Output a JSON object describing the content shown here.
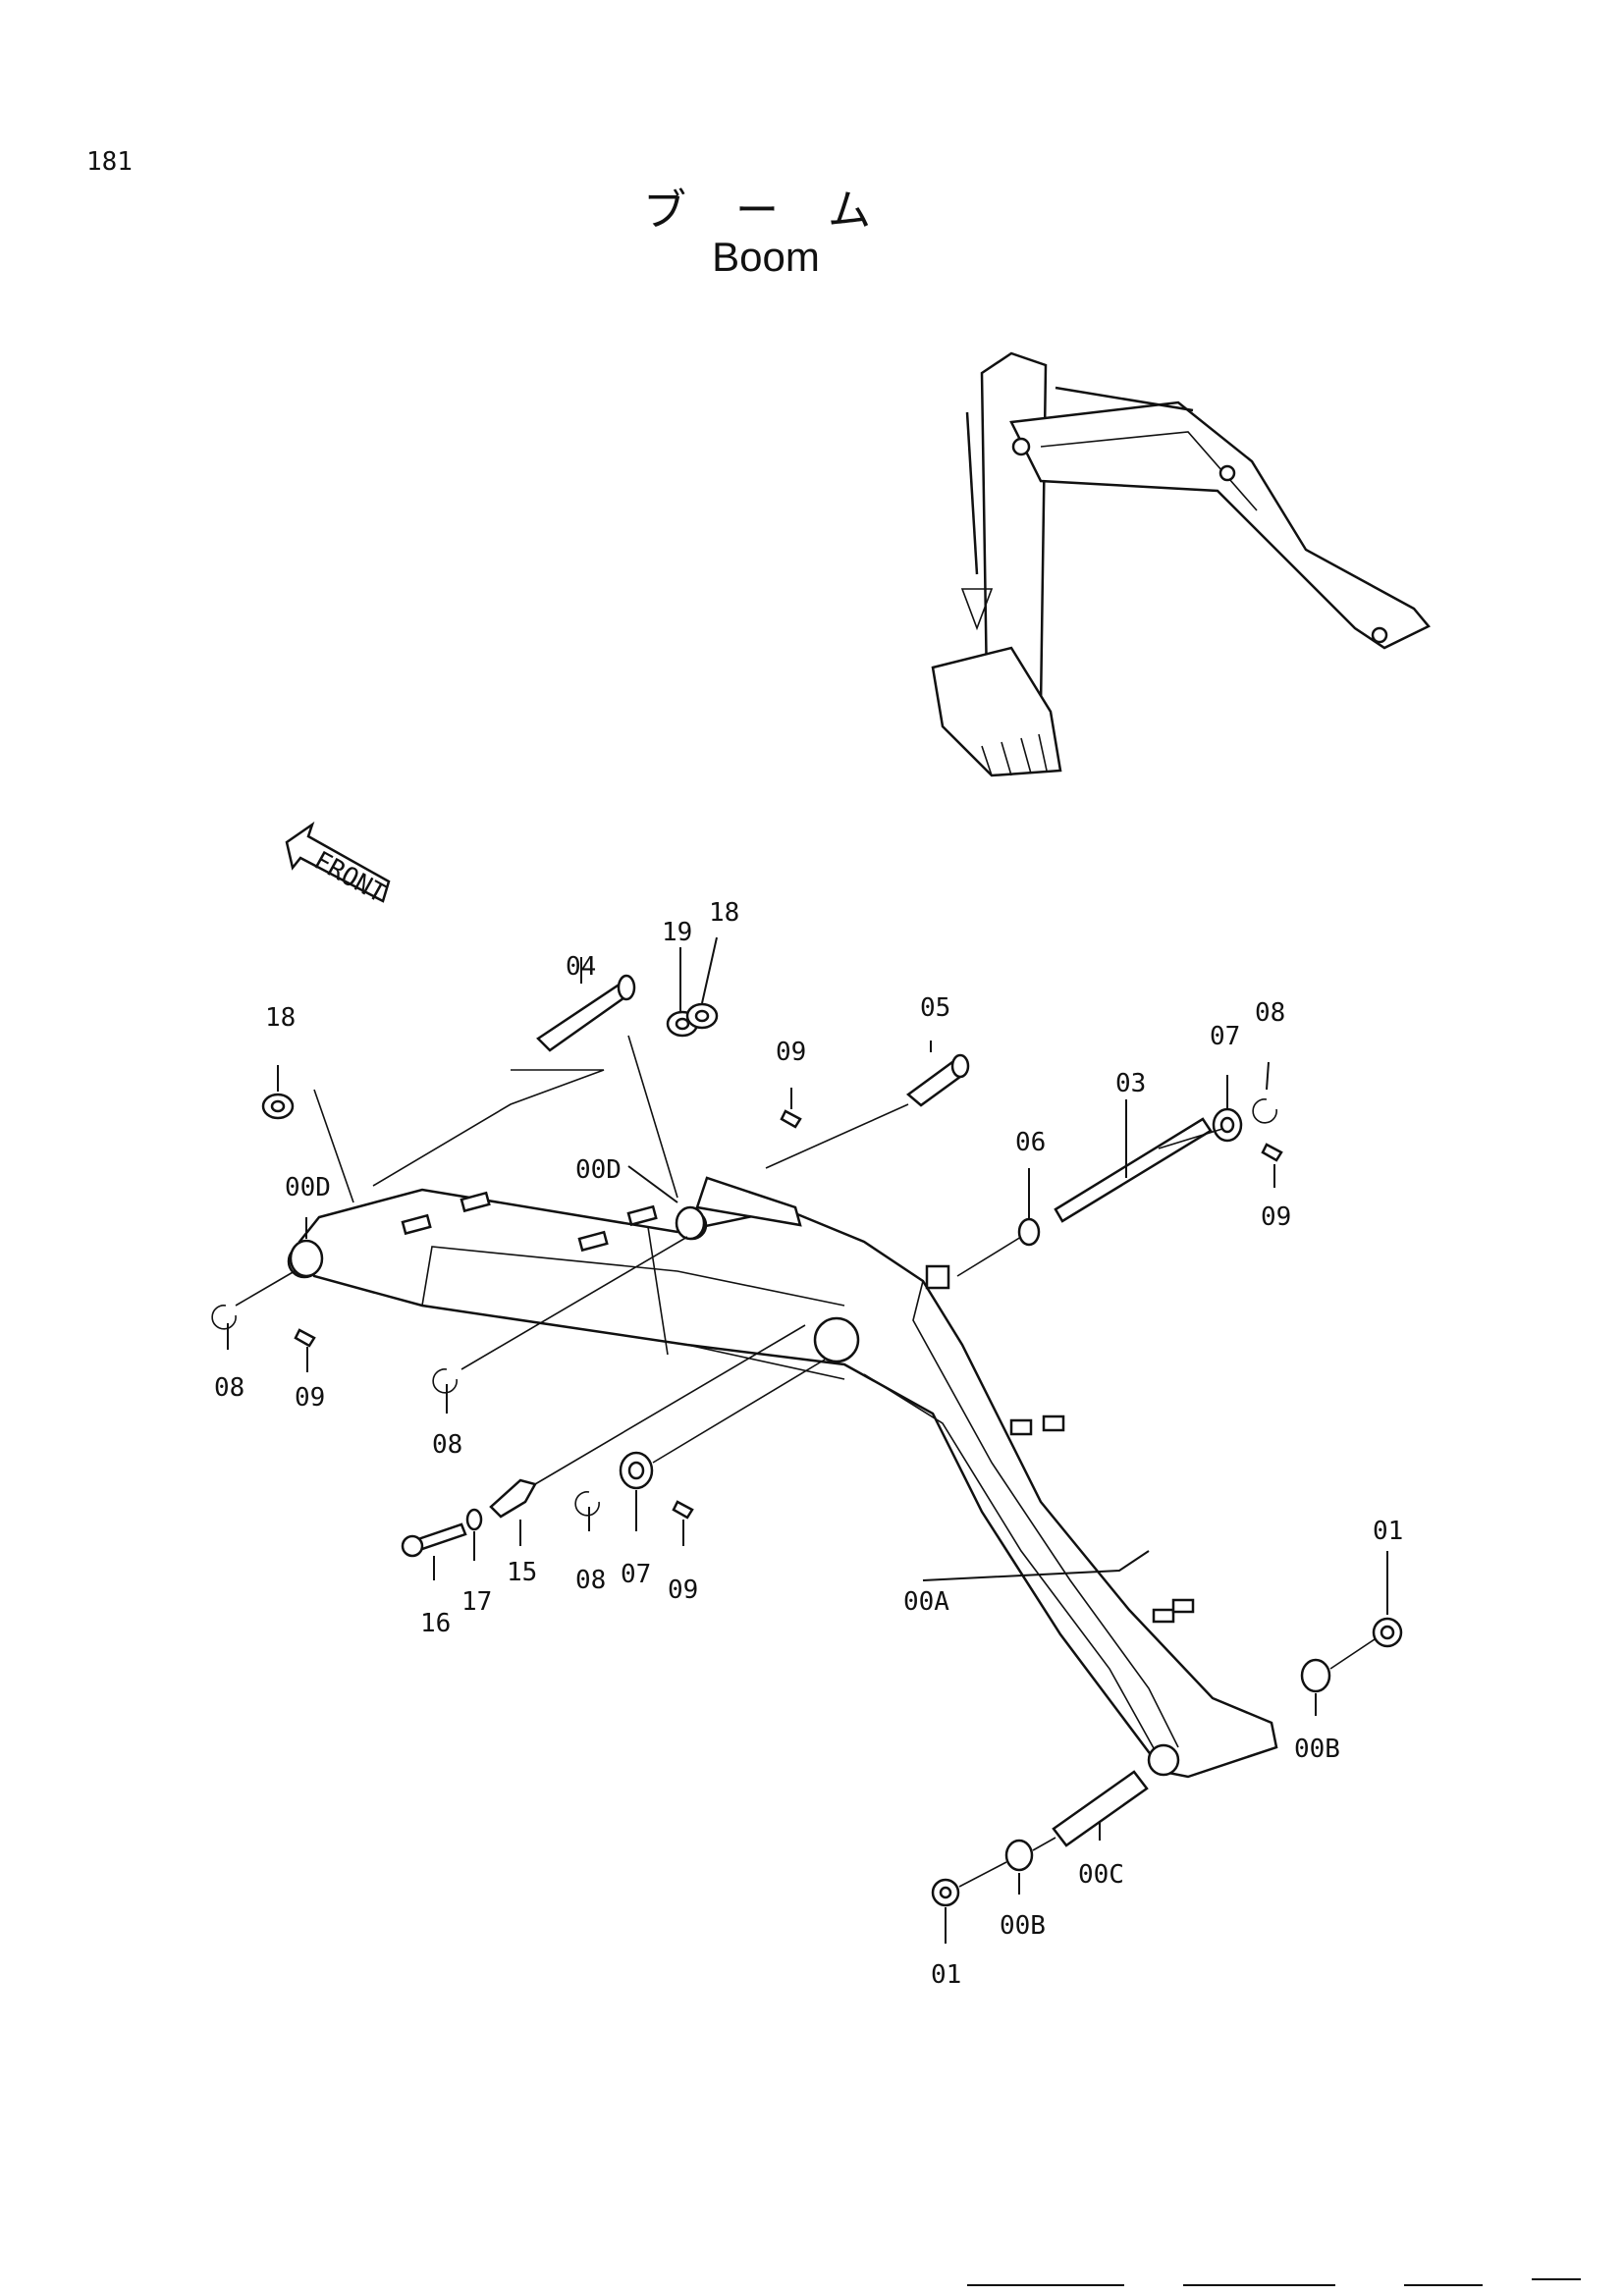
{
  "page": {
    "number": "181"
  },
  "title": {
    "japanese": "ブ ー ム",
    "english": "Boom"
  },
  "front_arrow": {
    "label": "FRONT"
  },
  "callouts": {
    "c01a": "01",
    "c01b": "01",
    "c03": "03",
    "c04": "04",
    "c05": "05",
    "c06": "06",
    "c07a": "07",
    "c07b": "07",
    "c08a": "08",
    "c08b": "08",
    "c08c": "08",
    "c08d": "08",
    "c09a": "09",
    "c09b": "09",
    "c09c": "09",
    "c09d": "09",
    "c15": "15",
    "c16": "16",
    "c17": "17",
    "c18a": "18",
    "c18b": "18",
    "c19": "19",
    "c00A": "00A",
    "c00Ba": "00B",
    "c00Bb": "00B",
    "c00C": "00C",
    "c00Da": "00D",
    "c00Db": "00D"
  }
}
